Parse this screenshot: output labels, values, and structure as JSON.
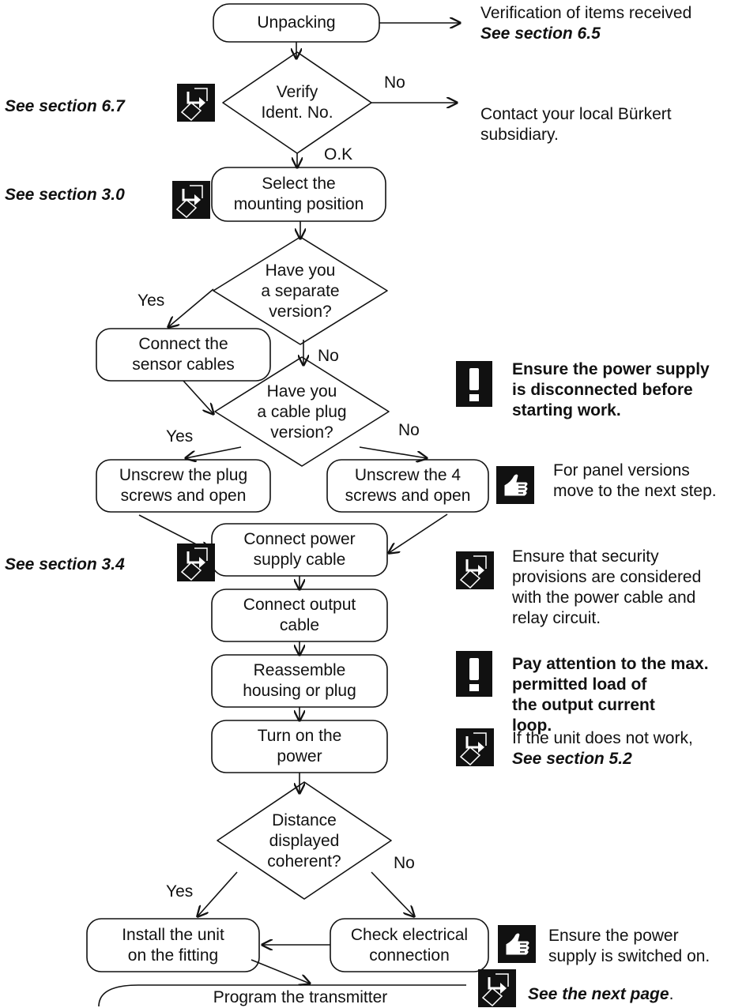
{
  "nodes": {
    "unpacking": "Unpacking",
    "verify_l1": "Verify",
    "verify_l2": "Ident. No.",
    "select_l1": "Select the",
    "select_l2": "mounting position",
    "separate_l1": "Have you",
    "separate_l2": "a separate",
    "separate_l3": "version?",
    "sensor_l1": "Connect the",
    "sensor_l2": "sensor cables",
    "cableplug_l1": "Have you",
    "cableplug_l2": "a cable plug",
    "cableplug_l3": "version?",
    "plug_l1": "Unscrew the plug",
    "plug_l2": "screws and open",
    "four_l1": "Unscrew the 4",
    "four_l2": "screws and open",
    "power_l1": "Connect power",
    "power_l2": "supply cable",
    "output_l1": "Connect output",
    "output_l2": "cable",
    "reassemble_l1": "Reassemble",
    "reassemble_l2": "housing or plug",
    "turnon_l1": "Turn on the",
    "turnon_l2": "power",
    "distance_l1": "Distance",
    "distance_l2": "displayed",
    "distance_l3": "coherent?",
    "install_l1": "Install the unit",
    "install_l2": "on the fitting",
    "check_l1": "Check electrical",
    "check_l2": "connection",
    "program": "Program the transmitter"
  },
  "edge_labels": {
    "verify_no": "No",
    "verify_ok": "O.K",
    "separate_yes": "Yes",
    "separate_no": "No",
    "cableplug_yes": "Yes",
    "cableplug_no": "No",
    "distance_yes": "Yes",
    "distance_no": "No"
  },
  "left_refs": {
    "r1": "See section 6.7",
    "r2": "See section 3.0",
    "r3": "See section 3.4"
  },
  "notes": {
    "verification_l1": "Verification of items received",
    "verification_l2": "See section 6.5",
    "contact_l1": "Contact your local Bürkert",
    "contact_l2": "subsidiary.",
    "ensure_disc_l1": "Ensure the power supply",
    "ensure_disc_l2": "is disconnected before",
    "ensure_disc_l3": "starting work.",
    "panel_l1": "For panel versions",
    "panel_l2": "move to the next step.",
    "security_l1": "Ensure that security",
    "security_l2": "provisions are considered",
    "security_l3": "with the power cable and",
    "security_l4": "relay circuit.",
    "attention_l1": "Pay attention to the max.",
    "attention_l2": "permitted load of",
    "attention_l3": "the output current",
    "attention_l4": "loop.",
    "notwork_l1": "If the unit does not work,",
    "notwork_l2": "See section 5.2",
    "switched_l1": "Ensure the power",
    "switched_l2": "supply is switched on.",
    "nextpage": "See the next page",
    "nextpage_dot": "."
  },
  "icons": [
    "reference-arrow-icon",
    "warning-exclamation-icon",
    "thumb-hand-icon"
  ]
}
